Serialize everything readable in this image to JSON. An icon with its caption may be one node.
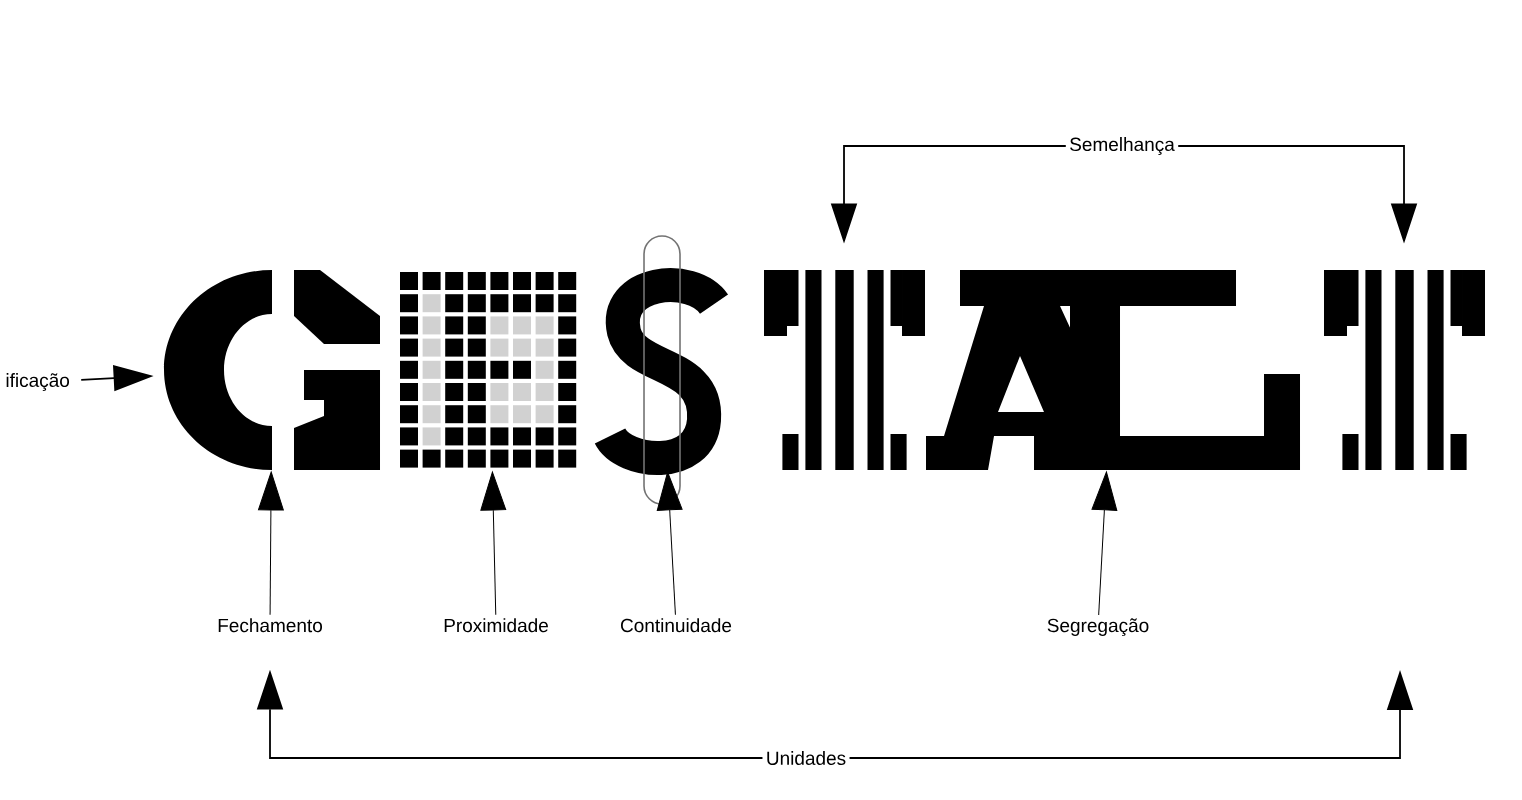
{
  "diagram": {
    "nodes": [
      {
        "text": [
          "ificação"
        ]
      },
      {
        "text": [],
        "shape": "picture"
      },
      {
        "text": [],
        "shape": "picture"
      },
      {
        "text": [],
        "shape": "picture"
      },
      {
        "text": [],
        "shape": "picture"
      },
      {
        "text": [],
        "shape": "picture"
      },
      {
        "text": [],
        "shape": "picture"
      },
      {
        "text": [
          "Fechamento"
        ]
      },
      {
        "text": [
          "Proximidade"
        ]
      },
      {
        "text": [
          "Continuidade"
        ]
      },
      {
        "text": [
          "Segregação"
        ]
      },
      {
        "text": [
          "Semelhança"
        ]
      },
      {
        "text": [
          "Unidades"
        ]
      }
    ],
    "edges": [
      {
        "from": 0,
        "to": 1,
        "arrow": "to"
      },
      {
        "from": 7,
        "to": 1,
        "arrow": "to"
      },
      {
        "from": 8,
        "to": 2,
        "arrow": "to"
      },
      {
        "from": 9,
        "to": 3,
        "arrow": "to"
      },
      {
        "from": 10,
        "to": 5,
        "arrow": "to"
      },
      {
        "from": 11,
        "to": 4,
        "arrow": "to"
      },
      {
        "from": 11,
        "to": 6,
        "arrow": "to"
      },
      {
        "from": 12,
        "to": 7,
        "arrow": "to"
      },
      {
        "from": 12,
        "to": null,
        "arrow": "to"
      }
    ]
  }
}
